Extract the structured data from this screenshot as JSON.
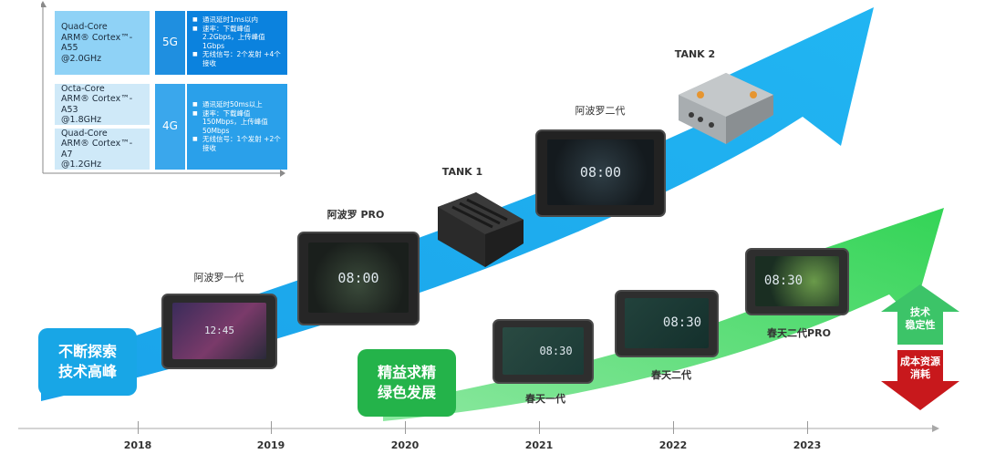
{
  "spec_table": {
    "row1": {
      "cpu": "Quad-Core\nARM® Cortex™-A55\n@2.0GHz",
      "network": "5G",
      "features": [
        "通讯延时1ms以内",
        "速率：下载峰值 2.2Gbps，上传峰值 1Gbps",
        "无线信号：2个发射 +4个接收"
      ]
    },
    "row2": {
      "cpu_a": "Octa-Core\nARM® Cortex™-A53\n@1.8GHz",
      "cpu_b": "Quad-Core\nARM® Cortex™-A7\n@1.2GHz",
      "network": "4G",
      "features": [
        "通讯延时50ms以上",
        "速率：下载峰值 150Mbps，上传峰值 50Mbps",
        "无线信号：1个发射 +2个接收"
      ]
    }
  },
  "products": {
    "apollo1": "阿波罗一代",
    "apollo_pro": "阿波罗 PRO",
    "tank1": "TANK 1",
    "apollo2": "阿波罗二代",
    "tank2": "TANK 2",
    "spring1": "春天一代",
    "spring2": "春天二代",
    "spring2pro": "春天二代PRO"
  },
  "screens": {
    "apollo_pro_time": "08:00",
    "apollo2_time": "08:00",
    "spring1_time": "08:30",
    "spring2_time": "08:30",
    "spring2pro_time": "08:30",
    "apollo1_time": "12:45"
  },
  "badges": {
    "blue": "不断探索\n技术高峰",
    "green": "精益求精\n绿色发展",
    "up": "技术\n稳定性",
    "down": "成本资源\n消耗"
  },
  "timeline": {
    "years": [
      "2018",
      "2019",
      "2020",
      "2021",
      "2022",
      "2023"
    ]
  },
  "colors": {
    "blue_arrow": "#1ba8ec",
    "green_arrow": "#37d65a",
    "badge_blue": "#18a6e6",
    "badge_green": "#24b34a",
    "up_green": "#3cc468",
    "down_red": "#c8181c"
  }
}
